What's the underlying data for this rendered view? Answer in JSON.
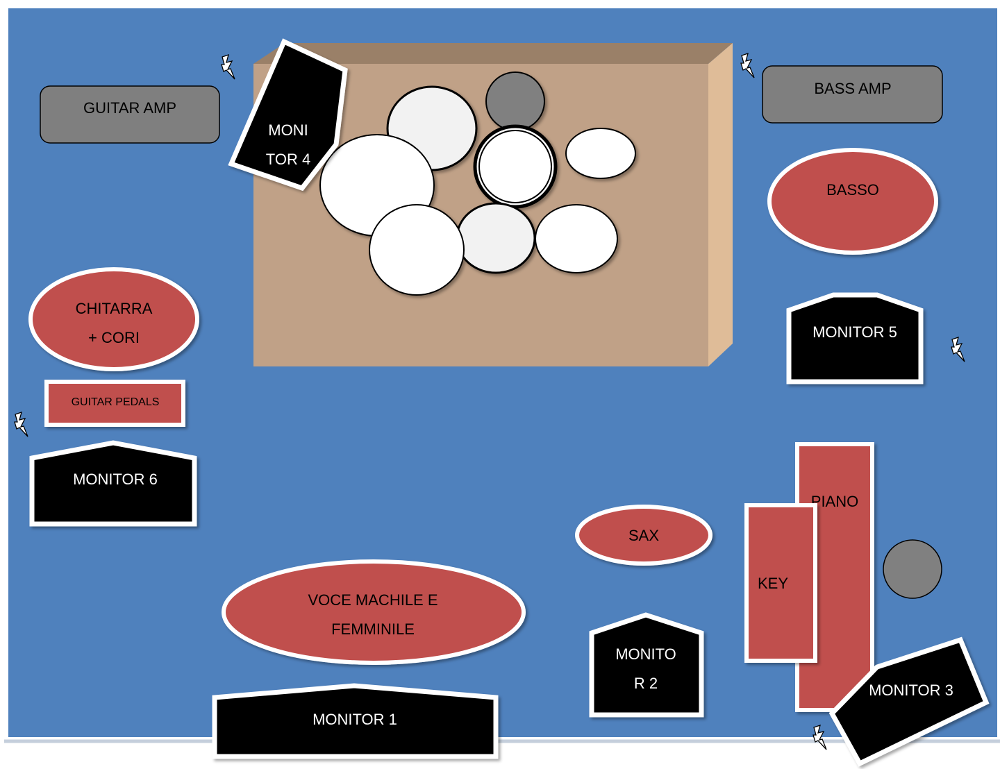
{
  "colors": {
    "stage_floor": "#4f81bd",
    "stage_edge": "#c5cfdc",
    "riser_front": "#c0a187",
    "riser_top": "#9a8068",
    "riser_side": "#dfbc98",
    "person_red": "#c0504d",
    "amp_gray": "#7f7f7f",
    "monitor_black": "#000000",
    "drum_white": "#ffffff",
    "drum_gray": "#808080"
  },
  "labels": {
    "guitar_amp": "GUITAR AMP",
    "bass_amp": "BASS AMP",
    "monitor_4_line1": "MONI",
    "monitor_4_line2": "TOR 4",
    "basso": "BASSO",
    "chitarra_line1": "CHITARRA",
    "chitarra_line2": "+ CORI",
    "guitar_pedals": "GUITAR PEDALS",
    "monitor_5": "MONITOR 5",
    "monitor_6": "MONITOR 6",
    "piano": "PIANO",
    "key": "KEY",
    "sax": "SAX",
    "voce_line1": "VOCE MACHILE E",
    "voce_line2": "FEMMINILE",
    "monitor_2_line1": "MONITO",
    "monitor_2_line2": "R 2",
    "monitor_1": "MONITOR 1",
    "monitor_3": "MONITOR 3"
  },
  "icons": {
    "power": "lightning-bolt-icon"
  }
}
